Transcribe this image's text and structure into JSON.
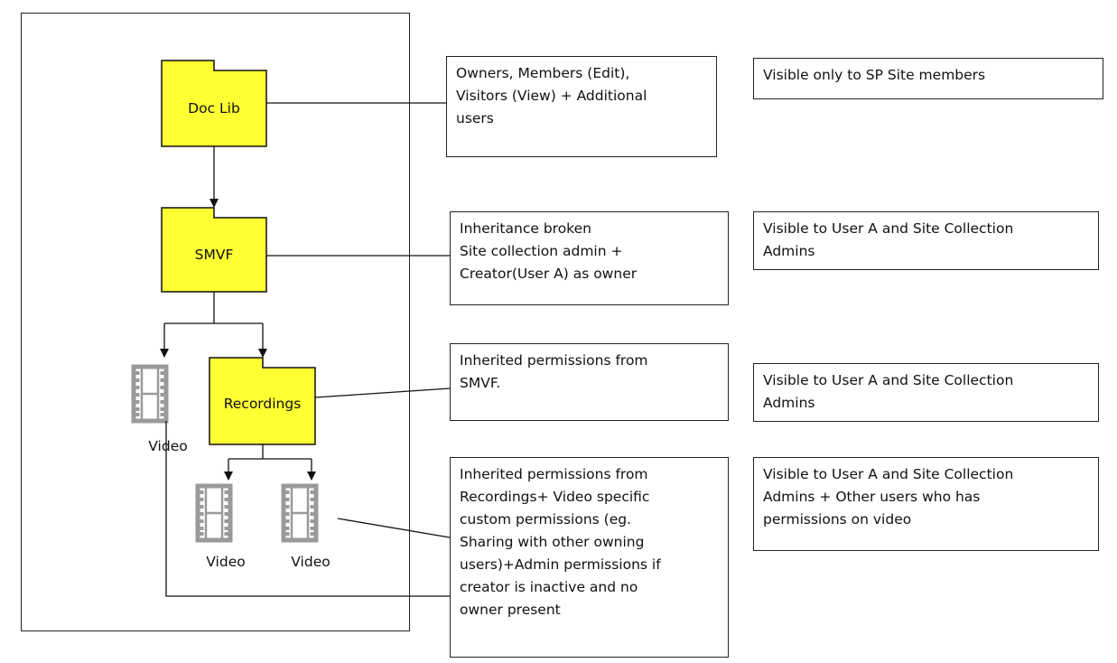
{
  "folders": {
    "doclib": "Doc Lib",
    "smvf": "SMVF",
    "recordings": "Recordings"
  },
  "videos": {
    "left": "Video",
    "bottom_a": "Video",
    "bottom_b": "Video"
  },
  "permissions": {
    "doclib": "Owners, Members (Edit),\nVisitors (View) + Additional\nusers",
    "smvf": "Inheritance broken\nSite collection admin +\nCreator(User A) as owner",
    "recordings": "Inherited permissions from\nSMVF.",
    "video": "Inherited permissions from\nRecordings+ Video specific\ncustom permissions (eg.\nSharing with other owning\nusers)+Admin permissions if\ncreator is inactive and no\nowner present"
  },
  "visibility": {
    "doclib": "Visible only to SP Site members",
    "smvf": "Visible to User A and Site Collection\nAdmins",
    "recordings": "Visible to User A and Site Collection\nAdmins",
    "video": "Visible to User A and Site Collection\nAdmins + Other users who has\npermissions on video"
  },
  "colors": {
    "folder_fill": "#ffff33",
    "line": "#111111",
    "film_icon": "#9a9a9a"
  },
  "icons": [
    "folder-icon",
    "film-icon"
  ]
}
